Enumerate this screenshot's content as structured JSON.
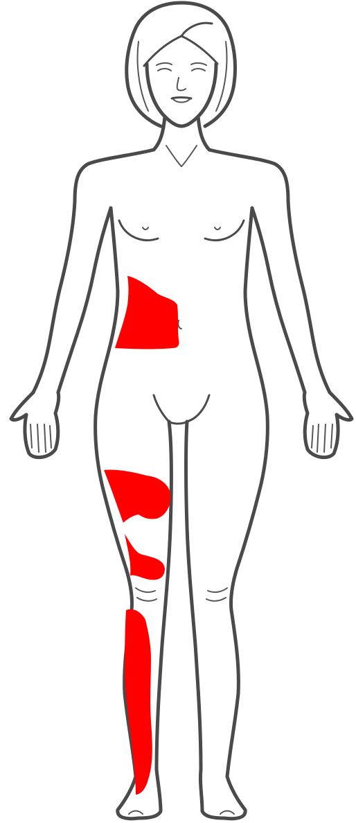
{
  "figure": {
    "subject": "female-body-front",
    "background_color": "#ffffff",
    "outline_color": "#4a4a4a"
  },
  "highlight": {
    "color": "#ff0000",
    "regions": [
      {
        "id": "left-flank",
        "body_part": "abdomen-side"
      },
      {
        "id": "thigh-upper",
        "body_part": "upper-thigh"
      },
      {
        "id": "thigh-lower",
        "body_part": "lower-thigh"
      },
      {
        "id": "shin",
        "body_part": "lower-leg"
      }
    ]
  }
}
